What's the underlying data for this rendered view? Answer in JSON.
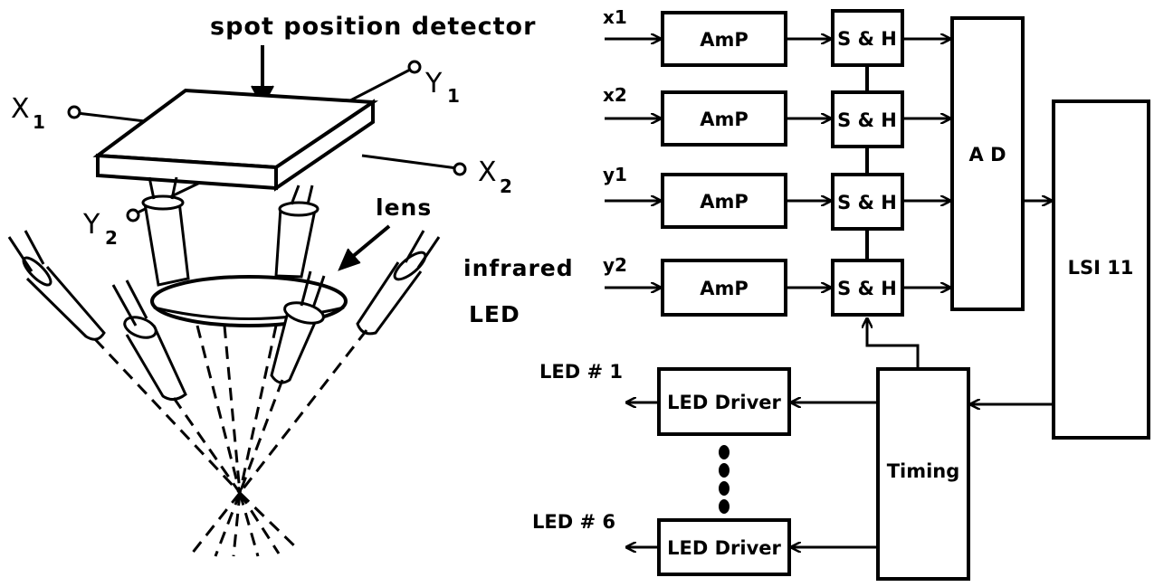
{
  "left_diagram": {
    "title": "spot position detector",
    "x1": "X",
    "x1_sub": "1",
    "x2": "X",
    "x2_sub": "2",
    "y1": "Y",
    "y1_sub": "1",
    "y2": "Y",
    "y2_sub": "2",
    "lens": "lens",
    "infrared": "infrared",
    "led": "LED"
  },
  "block_diagram": {
    "inputs": [
      "x1",
      "x2",
      "y1",
      "y2"
    ],
    "amp_label": "AmP",
    "sh_label": "S & H",
    "ad_label": "A D",
    "lsi_label": "LSI 11",
    "timing_label": "Timing",
    "driver_label": "LED Driver",
    "led_first": "LED # 1",
    "led_last": "LED # 6"
  }
}
